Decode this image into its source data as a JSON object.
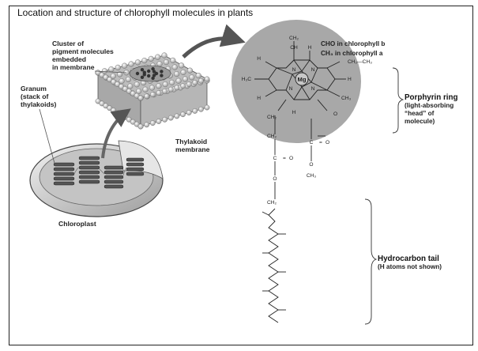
{
  "title": "Location and structure of chlorophyll molecules in plants",
  "labels": {
    "cluster": [
      "Cluster of",
      "pigment molecules",
      "embedded",
      "in membrane"
    ],
    "granum": [
      "Granum",
      "(stack of",
      "thylakoids)"
    ],
    "thylakoid": [
      "Thylakoid",
      "membrane"
    ],
    "chloroplast": "Chloroplast",
    "cho_b": "CHO in chlorophyll b",
    "ch3_a": "CH₃ in chlorophyll a",
    "porphyrin": [
      "Porphyrin ring",
      "(light-absorbing",
      "“head” of",
      "molecule)"
    ],
    "tail": [
      "Hydrocarbon tail",
      "(H atoms not shown)"
    ]
  },
  "atoms": {
    "mg": "Mg",
    "ch2": "CH₂",
    "ch": "CH",
    "h": "H",
    "h3c": "H₃C",
    "c": "C",
    "n": "N",
    "ch2ch3": "CH₂—CH₃",
    "ch3": "CH₃",
    "o": "O",
    "eq": "="
  },
  "colors": {
    "porphyrin_oval": "#a8a8a8",
    "membrane_bead": "#ececec",
    "chloroplast_fill": "#d9d9d9",
    "arrow": "#555555"
  }
}
